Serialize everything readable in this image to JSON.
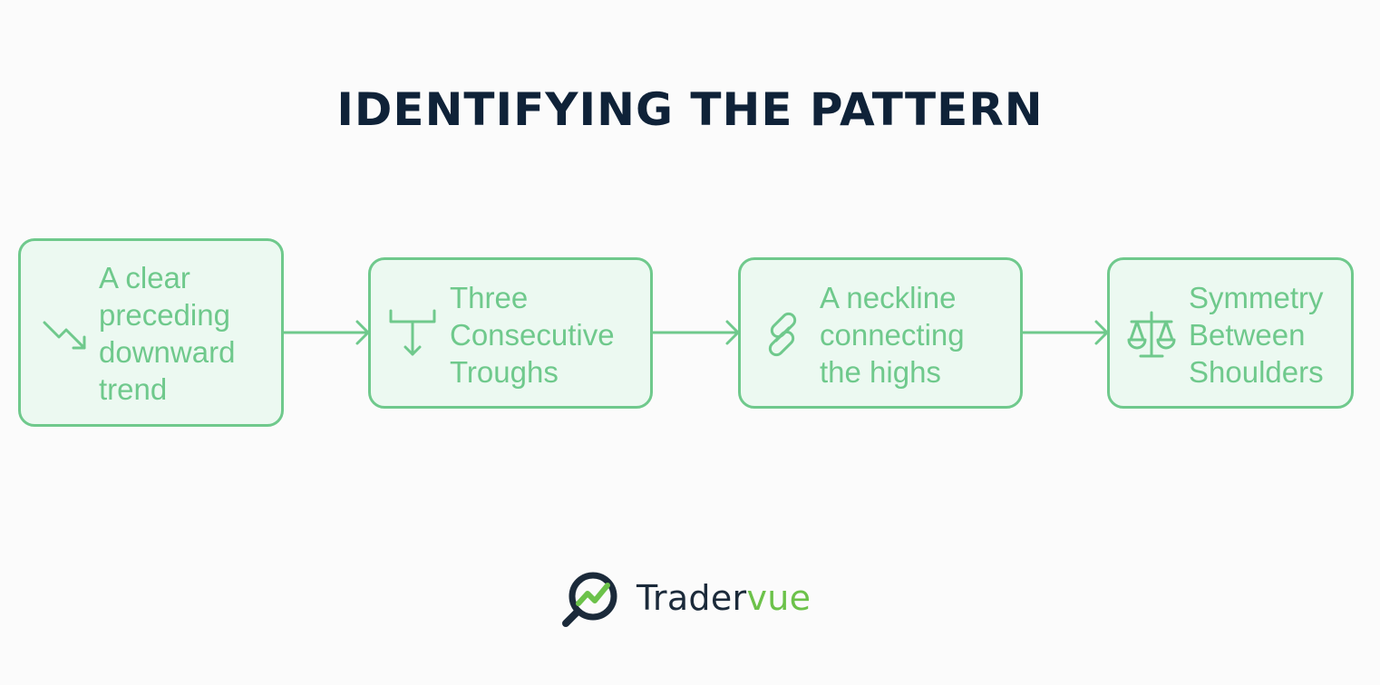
{
  "title": "IDENTIFYING THE PATTERN",
  "steps": [
    {
      "lines": [
        "A clear",
        "preceding",
        "downward",
        "trend"
      ],
      "icon": "trend-down-icon"
    },
    {
      "lines": [
        "Three",
        "Consecutive",
        "Troughs"
      ],
      "icon": "trough-down-icon"
    },
    {
      "lines": [
        "A neckline",
        "connecting",
        "the highs"
      ],
      "icon": "link-icon"
    },
    {
      "lines": [
        "Symmetry",
        "Between",
        "Shoulders"
      ],
      "icon": "balance-scale-icon"
    }
  ],
  "brand": {
    "name_main": "Trader",
    "name_accent": "vue",
    "icon": "tradervue-logo-icon"
  },
  "colors": {
    "accent": "#6fc98c",
    "box_fill": "#ecf9f1",
    "title": "#0f2238",
    "brand_green": "#6cc24a",
    "brand_dark": "#1b2a3a"
  }
}
